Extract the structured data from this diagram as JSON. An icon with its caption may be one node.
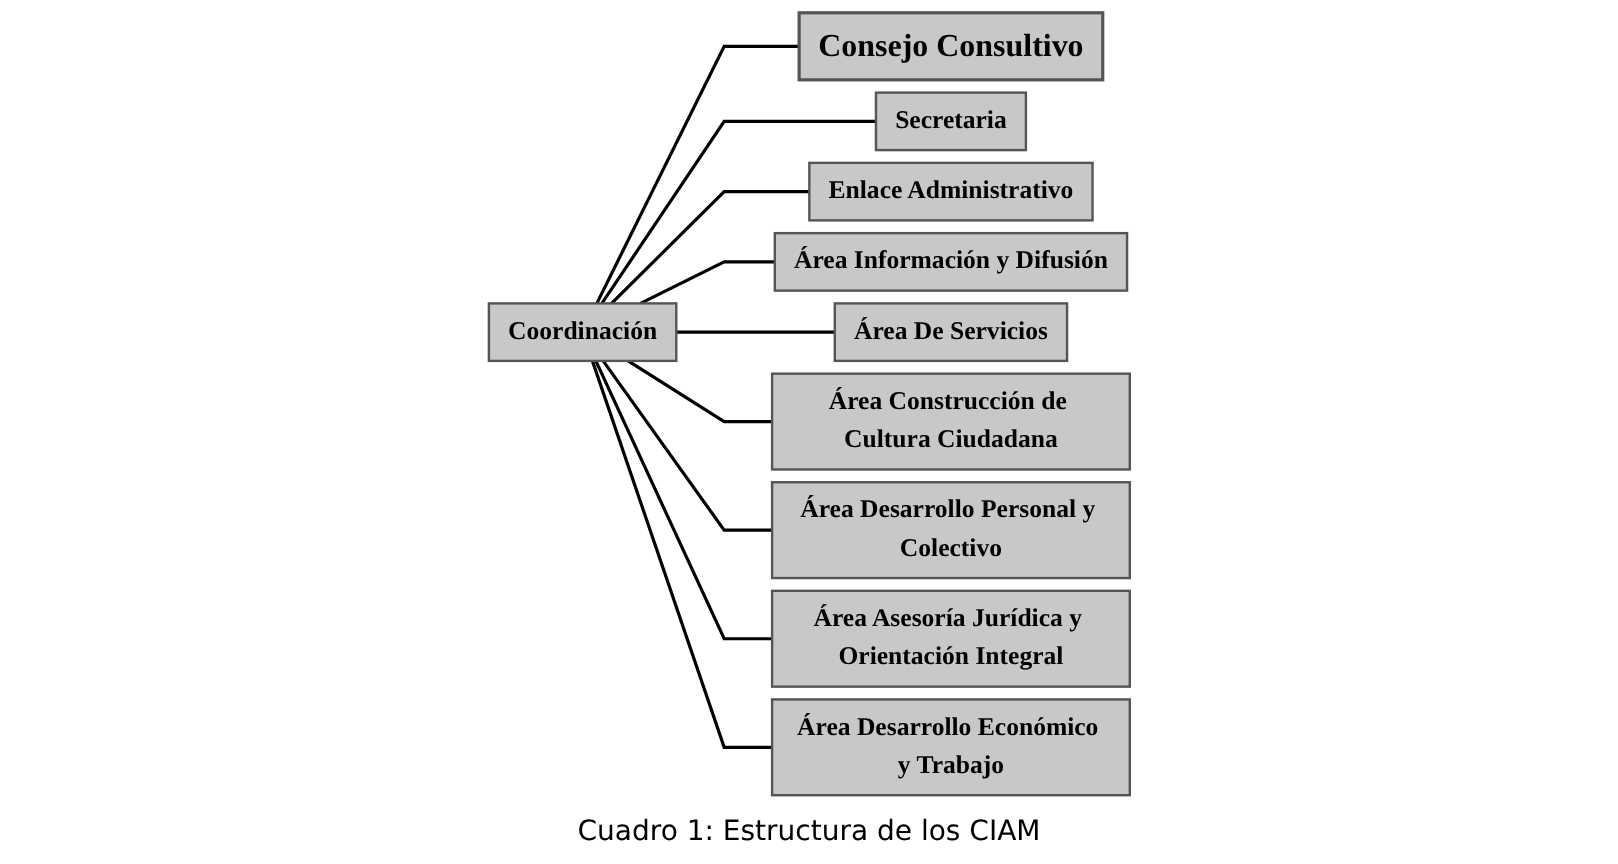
{
  "diagram": {
    "caption": "Cuadro 1: Estructura de los CIAM",
    "nodes": [
      {
        "text": [
          "Coordinación"
        ]
      },
      {
        "text": [
          "Consejo Consultivo"
        ]
      },
      {
        "text": [
          "Secretaria"
        ]
      },
      {
        "text": [
          "Enlace Administrativo"
        ]
      },
      {
        "text": [
          "Área Información y Difusión"
        ]
      },
      {
        "text": [
          "Área De Servicios"
        ]
      },
      {
        "text": [
          "Área Construcción de Cultura Ciudadana"
        ]
      },
      {
        "text": [
          "Área Desarrollo Personal y Colectivo"
        ]
      },
      {
        "text": [
          "Área Asesoría Jurídica y Orientación Integral"
        ]
      },
      {
        "text": [
          "Área Desarrollo Económico y Trabajo"
        ]
      }
    ],
    "edges": [
      {
        "from": 0,
        "to": 1,
        "arrow": "none"
      },
      {
        "from": 0,
        "to": 2,
        "arrow": "none"
      },
      {
        "from": 0,
        "to": 3,
        "arrow": "none"
      },
      {
        "from": 0,
        "to": 4,
        "arrow": "none"
      },
      {
        "from": 0,
        "to": 5,
        "arrow": "none"
      },
      {
        "from": 0,
        "to": 6,
        "arrow": "none"
      },
      {
        "from": 0,
        "to": 7,
        "arrow": "none"
      },
      {
        "from": 0,
        "to": 8,
        "arrow": "none"
      },
      {
        "from": 0,
        "to": 9,
        "arrow": "none"
      }
    ]
  }
}
